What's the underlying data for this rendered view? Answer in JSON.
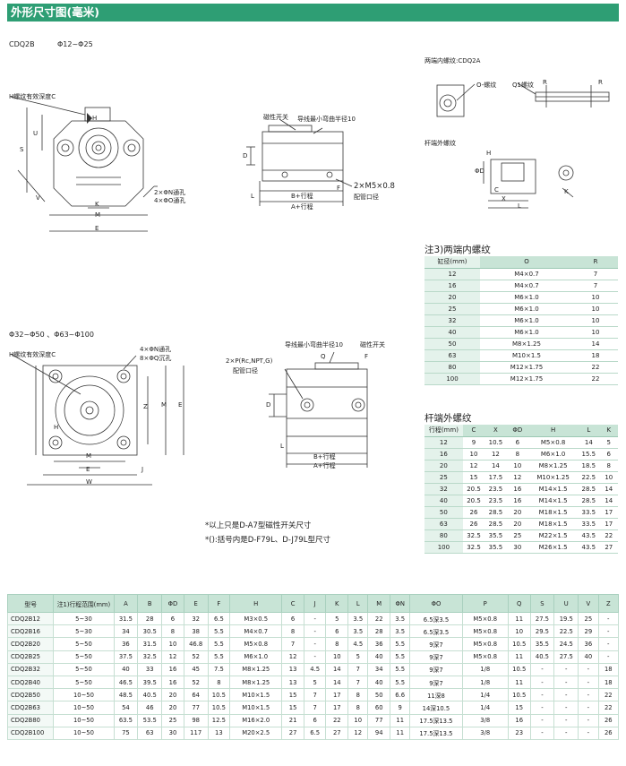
{
  "page": {
    "title": "外形尺寸图(毫米)",
    "model_label": "CDQ2B",
    "range_small": "Φ12~Φ25",
    "range_large": "Φ32~Φ50 、Φ63~Φ100",
    "two_end_label": "两端内螺纹:CDQ2A",
    "rod_end_label": "杆端外螺纹"
  },
  "drawing1": {
    "h_thread": "H螺纹有效深度C",
    "holes": "2×ΦN通孔",
    "holes2": "4×ΦO通孔",
    "switch": "磁性开关",
    "wire": "导线最小弯曲半径10",
    "port": "2×M5×0.8",
    "port2": "配管口径",
    "stroke_b": "B+行程",
    "stroke_a": "A+行程"
  },
  "drawing2": {
    "h_thread": "H螺纹有效深度C",
    "holes": "4×ΦN通孔",
    "holes2": "8×ΦQ沉孔",
    "wire": "导线最小弯曲半径10",
    "switch": "磁性开关",
    "port": "2×P(Rc,NPT,G)",
    "port2": "配管口径",
    "stroke_b": "B+行程",
    "stroke_a": "A+行程"
  },
  "inner_thread_small": {
    "o_label": "O-螺纹",
    "q1_label": "Q1螺纹"
  },
  "letters": {
    "H": "H",
    "U": "U",
    "S": "S",
    "K": "K",
    "M": "M",
    "E": "E",
    "V": "V",
    "D": "D",
    "L": "L",
    "F": "F",
    "Z": "Z",
    "W": "W",
    "J": "J",
    "R": "R",
    "C": "C",
    "X": "X",
    "phiD": "ΦD",
    "Q": "Q"
  },
  "note3": {
    "title": "注3)两端内螺纹",
    "headers": [
      "缸径(mm)",
      "O",
      "R"
    ],
    "rows": [
      [
        "12",
        "M4×0.7",
        "7"
      ],
      [
        "16",
        "M4×0.7",
        "7"
      ],
      [
        "20",
        "M6×1.0",
        "10"
      ],
      [
        "25",
        "M6×1.0",
        "10"
      ],
      [
        "32",
        "M6×1.0",
        "10"
      ],
      [
        "40",
        "M6×1.0",
        "10"
      ],
      [
        "50",
        "M8×1.25",
        "14"
      ],
      [
        "63",
        "M10×1.5",
        "18"
      ],
      [
        "80",
        "M12×1.75",
        "22"
      ],
      [
        "100",
        "M12×1.75",
        "22"
      ]
    ]
  },
  "rod_thread": {
    "title": "杆端外螺纹",
    "headers": [
      "行程(mm)",
      "C",
      "X",
      "ΦD",
      "H",
      "L",
      "K"
    ],
    "rows": [
      [
        "12",
        "9",
        "10.5",
        "6",
        "M5×0.8",
        "14",
        "5"
      ],
      [
        "16",
        "10",
        "12",
        "8",
        "M6×1.0",
        "15.5",
        "6"
      ],
      [
        "20",
        "12",
        "14",
        "10",
        "M8×1.25",
        "18.5",
        "8"
      ],
      [
        "25",
        "15",
        "17.5",
        "12",
        "M10×1.25",
        "22.5",
        "10"
      ],
      [
        "32",
        "20.5",
        "23.5",
        "16",
        "M14×1.5",
        "28.5",
        "14"
      ],
      [
        "40",
        "20.5",
        "23.5",
        "16",
        "M14×1.5",
        "28.5",
        "14"
      ],
      [
        "50",
        "26",
        "28.5",
        "20",
        "M18×1.5",
        "33.5",
        "17"
      ],
      [
        "63",
        "26",
        "28.5",
        "20",
        "M18×1.5",
        "33.5",
        "17"
      ],
      [
        "80",
        "32.5",
        "35.5",
        "25",
        "M22×1.5",
        "43.5",
        "22"
      ],
      [
        "100",
        "32.5",
        "35.5",
        "30",
        "M26×1.5",
        "43.5",
        "27"
      ]
    ]
  },
  "notes": {
    "line1": "*以上只是D-A7型磁性开关尺寸",
    "line2": "*():括号内是D-F79L、D-J79L型尺寸"
  },
  "main_table": {
    "headers": [
      "型号",
      "注1)行程范围(mm)",
      "A",
      "B",
      "ΦD",
      "E",
      "F",
      "H",
      "C",
      "J",
      "K",
      "L",
      "M",
      "ΦN",
      "ΦO",
      "P",
      "Q",
      "S",
      "U",
      "V",
      "Z"
    ],
    "rows": [
      [
        "CDQ2B12",
        "5~30",
        "31.5",
        "28",
        "6",
        "32",
        "6.5",
        "M3×0.5",
        "6",
        "-",
        "5",
        "3.5",
        "22",
        "3.5",
        "6.5深3.5",
        "M5×0.8",
        "11",
        "27.5",
        "19.5",
        "25",
        "-"
      ],
      [
        "CDQ2B16",
        "5~30",
        "34",
        "30.5",
        "8",
        "38",
        "5.5",
        "M4×0.7",
        "8",
        "-",
        "6",
        "3.5",
        "28",
        "3.5",
        "6.5深3.5",
        "M5×0.8",
        "10",
        "29.5",
        "22.5",
        "29",
        "-"
      ],
      [
        "CDQ2B20",
        "5~50",
        "36",
        "31.5",
        "10",
        "46.8",
        "5.5",
        "M5×0.8",
        "7",
        "-",
        "8",
        "4.5",
        "36",
        "5.5",
        "9深7",
        "M5×0.8",
        "10.5",
        "35.5",
        "24.5",
        "36",
        "-"
      ],
      [
        "CDQ2B25",
        "5~50",
        "37.5",
        "32.5",
        "12",
        "52",
        "5.5",
        "M6×1.0",
        "12",
        "-",
        "10",
        "5",
        "40",
        "5.5",
        "9深7",
        "M5×0.8",
        "11",
        "40.5",
        "27.5",
        "40",
        "-"
      ],
      [
        "CDQ2B32",
        "5~50",
        "40",
        "33",
        "16",
        "45",
        "7.5",
        "M8×1.25",
        "13",
        "4.5",
        "14",
        "7",
        "34",
        "5.5",
        "9深7",
        "1/8",
        "10.5",
        "-",
        "-",
        "-",
        "18"
      ],
      [
        "CDQ2B40",
        "5~50",
        "46.5",
        "39.5",
        "16",
        "52",
        "8",
        "M8×1.25",
        "13",
        "5",
        "14",
        "7",
        "40",
        "5.5",
        "9深7",
        "1/8",
        "11",
        "-",
        "-",
        "-",
        "18"
      ],
      [
        "CDQ2B50",
        "10~50",
        "48.5",
        "40.5",
        "20",
        "64",
        "10.5",
        "M10×1.5",
        "15",
        "7",
        "17",
        "8",
        "50",
        "6.6",
        "11深8",
        "1/4",
        "10.5",
        "-",
        "-",
        "-",
        "22"
      ],
      [
        "CDQ2B63",
        "10~50",
        "54",
        "46",
        "20",
        "77",
        "10.5",
        "M10×1.5",
        "15",
        "7",
        "17",
        "8",
        "60",
        "9",
        "14深10.5",
        "1/4",
        "15",
        "-",
        "-",
        "-",
        "22"
      ],
      [
        "CDQ2B80",
        "10~50",
        "63.5",
        "53.5",
        "25",
        "98",
        "12.5",
        "M16×2.0",
        "21",
        "6",
        "22",
        "10",
        "77",
        "11",
        "17.5深13.5",
        "3/8",
        "16",
        "-",
        "-",
        "-",
        "26"
      ],
      [
        "CDQ2B100",
        "10~50",
        "75",
        "63",
        "30",
        "117",
        "13",
        "M20×2.5",
        "27",
        "6.5",
        "27",
        "12",
        "94",
        "11",
        "17.5深13.5",
        "3/8",
        "23",
        "-",
        "-",
        "-",
        "26"
      ]
    ]
  }
}
